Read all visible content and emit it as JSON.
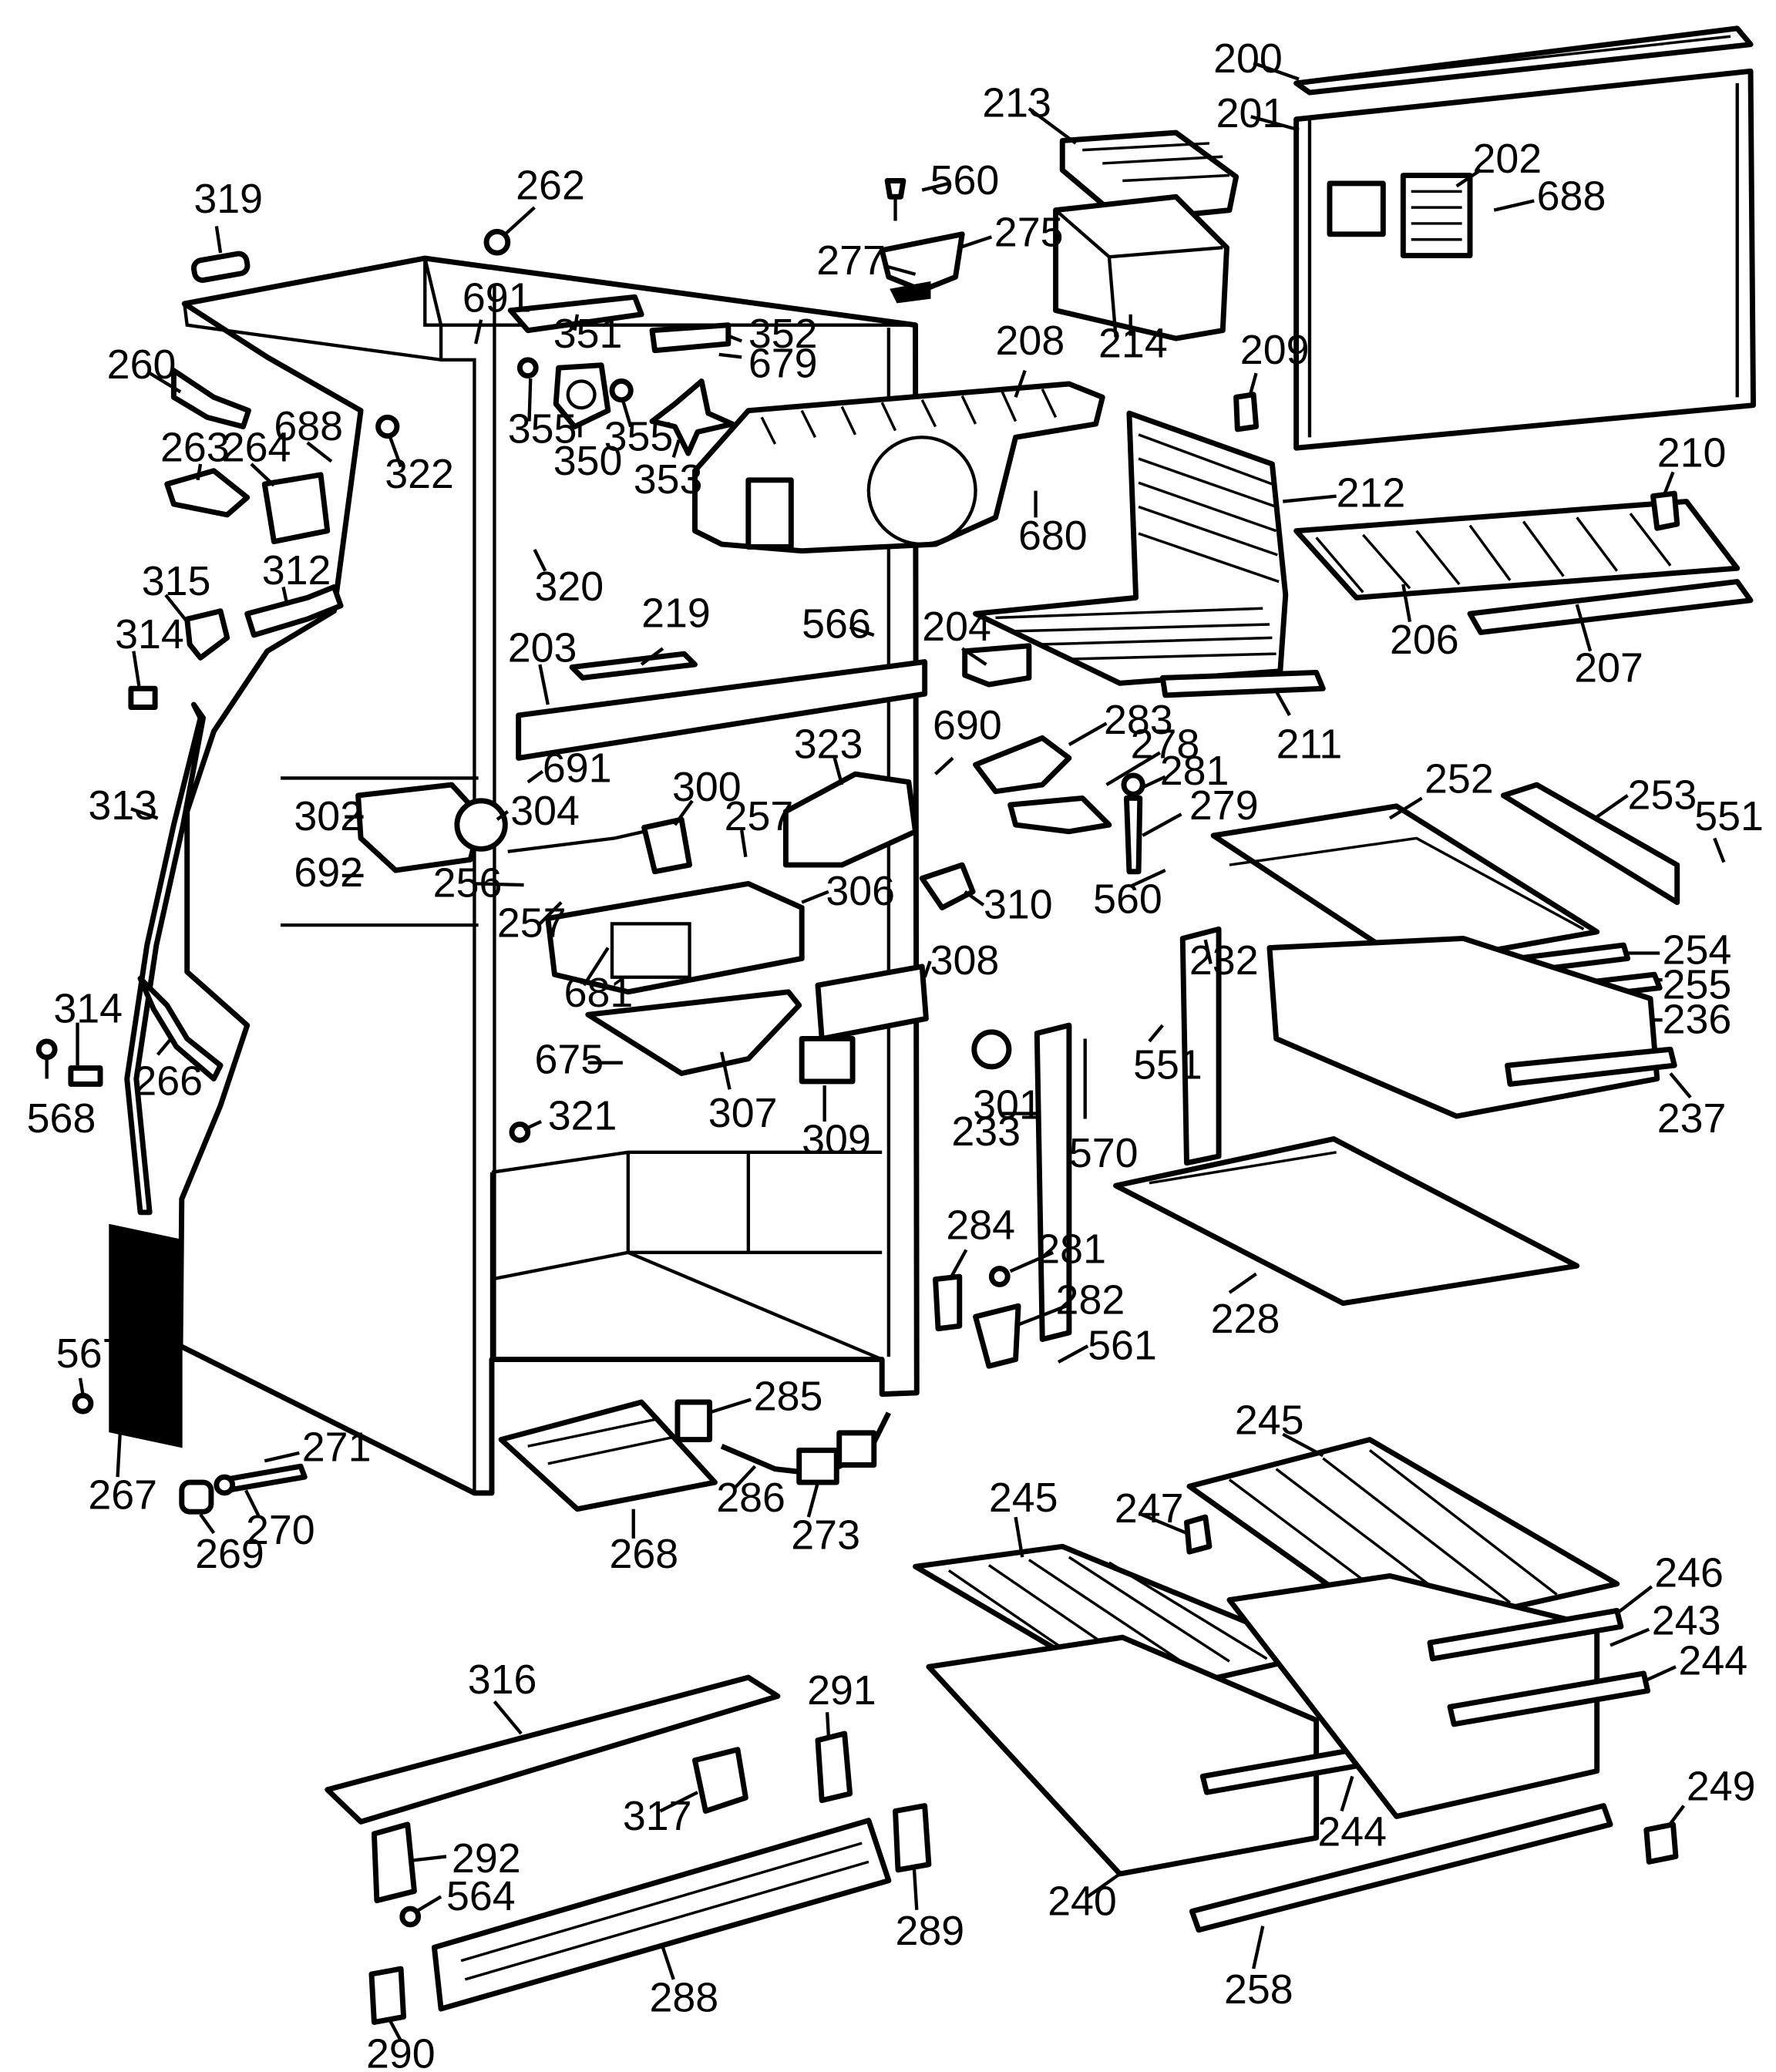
{
  "labels": [
    {
      "id": "l200",
      "text": "200"
    },
    {
      "id": "l201",
      "text": "201"
    },
    {
      "id": "l202",
      "text": "202"
    },
    {
      "id": "l688a",
      "text": "688"
    },
    {
      "id": "l213",
      "text": "213"
    },
    {
      "id": "l560a",
      "text": "560"
    },
    {
      "id": "l275",
      "text": "275"
    },
    {
      "id": "l277",
      "text": "277"
    },
    {
      "id": "l214",
      "text": "214"
    },
    {
      "id": "l209",
      "text": "209"
    },
    {
      "id": "l208",
      "text": "208"
    },
    {
      "id": "l212",
      "text": "212"
    },
    {
      "id": "l210",
      "text": "210"
    },
    {
      "id": "l206",
      "text": "206"
    },
    {
      "id": "l207",
      "text": "207"
    },
    {
      "id": "l211",
      "text": "211"
    },
    {
      "id": "l204",
      "text": "204"
    },
    {
      "id": "l566",
      "text": "566"
    },
    {
      "id": "l219",
      "text": "219"
    },
    {
      "id": "l203",
      "text": "203"
    },
    {
      "id": "l680",
      "text": "680"
    },
    {
      "id": "l319",
      "text": "319"
    },
    {
      "id": "l262",
      "text": "262"
    },
    {
      "id": "l691a",
      "text": "691"
    },
    {
      "id": "l351",
      "text": "351"
    },
    {
      "id": "l352",
      "text": "352"
    },
    {
      "id": "l679",
      "text": "679"
    },
    {
      "id": "l260",
      "text": "260"
    },
    {
      "id": "l688b",
      "text": "688"
    },
    {
      "id": "l263",
      "text": "263"
    },
    {
      "id": "l264",
      "text": "264"
    },
    {
      "id": "l322",
      "text": "322"
    },
    {
      "id": "l355a",
      "text": "355"
    },
    {
      "id": "l350",
      "text": "350"
    },
    {
      "id": "l355b",
      "text": "355"
    },
    {
      "id": "l353",
      "text": "353"
    },
    {
      "id": "l320",
      "text": "320"
    },
    {
      "id": "l315",
      "text": "315"
    },
    {
      "id": "l312",
      "text": "312"
    },
    {
      "id": "l314a",
      "text": "314"
    },
    {
      "id": "l313",
      "text": "313"
    },
    {
      "id": "l302",
      "text": "302"
    },
    {
      "id": "l304",
      "text": "304"
    },
    {
      "id": "l692",
      "text": "692"
    },
    {
      "id": "l691b",
      "text": "691"
    },
    {
      "id": "l300",
      "text": "300"
    },
    {
      "id": "l257a",
      "text": "257"
    },
    {
      "id": "l256",
      "text": "256"
    },
    {
      "id": "l257b",
      "text": "257"
    },
    {
      "id": "l323",
      "text": "323"
    },
    {
      "id": "l690",
      "text": "690"
    },
    {
      "id": "l283",
      "text": "283"
    },
    {
      "id": "l278",
      "text": "278"
    },
    {
      "id": "l281a",
      "text": "281"
    },
    {
      "id": "l279",
      "text": "279"
    },
    {
      "id": "l560b",
      "text": "560"
    },
    {
      "id": "l310",
      "text": "310"
    },
    {
      "id": "l306",
      "text": "306"
    },
    {
      "id": "l308",
      "text": "308"
    },
    {
      "id": "l681",
      "text": "681"
    },
    {
      "id": "l675",
      "text": "675"
    },
    {
      "id": "l307",
      "text": "307"
    },
    {
      "id": "l301",
      "text": "301"
    },
    {
      "id": "l309",
      "text": "309"
    },
    {
      "id": "l321",
      "text": "321"
    },
    {
      "id": "l252",
      "text": "252"
    },
    {
      "id": "l253",
      "text": "253"
    },
    {
      "id": "l551a",
      "text": "551"
    },
    {
      "id": "l254",
      "text": "254"
    },
    {
      "id": "l255",
      "text": "255"
    },
    {
      "id": "l236",
      "text": "236"
    },
    {
      "id": "l237",
      "text": "237"
    },
    {
      "id": "l232",
      "text": "232"
    },
    {
      "id": "l551b",
      "text": "551"
    },
    {
      "id": "l233",
      "text": "233"
    },
    {
      "id": "l570",
      "text": "570"
    },
    {
      "id": "l228",
      "text": "228"
    },
    {
      "id": "l314b",
      "text": "314"
    },
    {
      "id": "l568",
      "text": "568"
    },
    {
      "id": "l266",
      "text": "266"
    },
    {
      "id": "l284",
      "text": "284"
    },
    {
      "id": "l281b",
      "text": "281"
    },
    {
      "id": "l282",
      "text": "282"
    },
    {
      "id": "l561",
      "text": "561"
    },
    {
      "id": "l567",
      "text": "567"
    },
    {
      "id": "l267",
      "text": "267"
    },
    {
      "id": "l271",
      "text": "271"
    },
    {
      "id": "l269",
      "text": "269"
    },
    {
      "id": "l270",
      "text": "270"
    },
    {
      "id": "l285",
      "text": "285"
    },
    {
      "id": "l286",
      "text": "286"
    },
    {
      "id": "l268",
      "text": "268"
    },
    {
      "id": "l273",
      "text": "273"
    },
    {
      "id": "l245a",
      "text": "245"
    },
    {
      "id": "l245b",
      "text": "245"
    },
    {
      "id": "l247",
      "text": "247"
    },
    {
      "id": "l246",
      "text": "246"
    },
    {
      "id": "l243",
      "text": "243"
    },
    {
      "id": "l244a",
      "text": "244"
    },
    {
      "id": "l244b",
      "text": "244"
    },
    {
      "id": "l249",
      "text": "249"
    },
    {
      "id": "l240",
      "text": "240"
    },
    {
      "id": "l258",
      "text": "258"
    },
    {
      "id": "l316",
      "text": "316"
    },
    {
      "id": "l291",
      "text": "291"
    },
    {
      "id": "l317",
      "text": "317"
    },
    {
      "id": "l292",
      "text": "292"
    },
    {
      "id": "l564",
      "text": "564"
    },
    {
      "id": "l289",
      "text": "289"
    },
    {
      "id": "l288",
      "text": "288"
    },
    {
      "id": "l290",
      "text": "290"
    }
  ]
}
